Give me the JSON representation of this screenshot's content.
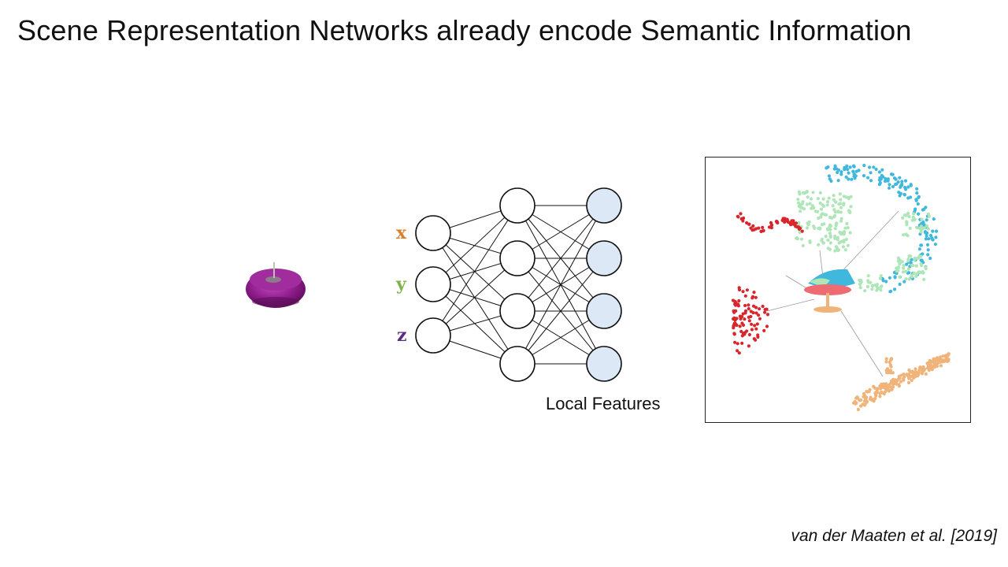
{
  "slide": {
    "title": "Scene Representation Networks already encode Semantic Information",
    "citation": "van der Maaten et al. [2019]"
  },
  "network": {
    "inputs": [
      {
        "label": "x",
        "color": "#d9822b"
      },
      {
        "label": "y",
        "color": "#7fb24a"
      },
      {
        "label": "z",
        "color": "#5a2d82"
      }
    ],
    "hidden_nodes": 4,
    "output_nodes": 4,
    "output_fill": "#dce8f6",
    "caption": "Local Features"
  },
  "object": {
    "color": "#8e1b8a"
  },
  "embedding": {
    "cluster_colors": {
      "base": "#f0b47a",
      "seat": "#ee6b73",
      "back": "#40b7dc",
      "legs": "#aee6b8",
      "arms": "#d7262c"
    }
  }
}
